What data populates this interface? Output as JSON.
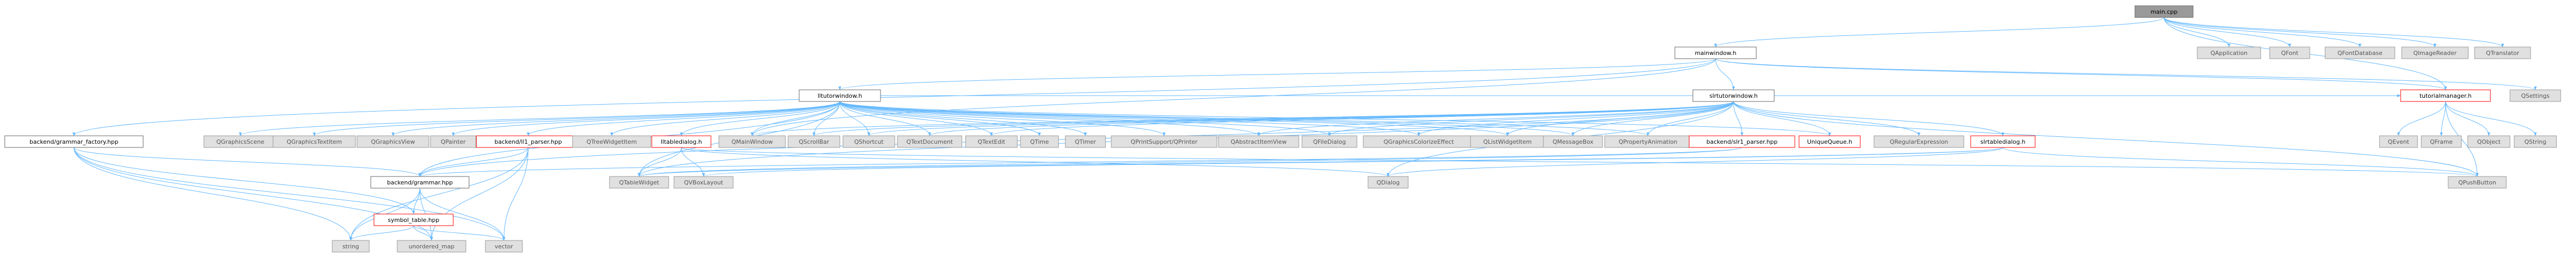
{
  "title": "main.cpp include dependency graph",
  "colors": {
    "root_fill": "#999999",
    "root_stroke": "#666666",
    "normal_fill": "#ffffff",
    "normal_stroke": "#666666",
    "local_stroke": "#ff0000",
    "external_fill": "#e0e0e0",
    "external_stroke": "#999999",
    "edge": "#63b8ff",
    "text": "#000000"
  },
  "nodes": [
    {
      "id": "main",
      "label": "main.cpp",
      "kind": "root"
    },
    {
      "id": "mainwindow",
      "label": "mainwindow.h",
      "kind": "normal"
    },
    {
      "id": "qapplication",
      "label": "QApplication",
      "kind": "external"
    },
    {
      "id": "qfont",
      "label": "QFont",
      "kind": "external"
    },
    {
      "id": "qfontdatabase",
      "label": "QFontDatabase",
      "kind": "external"
    },
    {
      "id": "qimagereader",
      "label": "QImageReader",
      "kind": "external"
    },
    {
      "id": "qtranslator",
      "label": "QTranslator",
      "kind": "external"
    },
    {
      "id": "factory",
      "label": "backend/grammar_factory.hpp",
      "kind": "normal"
    },
    {
      "id": "lltutor",
      "label": "lltutorwindow.h",
      "kind": "normal"
    },
    {
      "id": "slrtutor",
      "label": "slrtutorwindow.h",
      "kind": "normal"
    },
    {
      "id": "tutorialmanager",
      "label": "tutorialmanager.h",
      "kind": "local"
    },
    {
      "id": "qsettings",
      "label": "QSettings",
      "kind": "external"
    },
    {
      "id": "qgraphicsscene",
      "label": "QGraphicsScene",
      "kind": "external"
    },
    {
      "id": "qgraphicstextitem",
      "label": "QGraphicsTextItem",
      "kind": "external"
    },
    {
      "id": "qgraphicsview",
      "label": "QGraphicsView",
      "kind": "external"
    },
    {
      "id": "qpainter",
      "label": "QPainter",
      "kind": "external"
    },
    {
      "id": "ll1parser",
      "label": "backend/ll1_parser.hpp",
      "kind": "local"
    },
    {
      "id": "qtreewidgetitem",
      "label": "QTreeWidgetItem",
      "kind": "external"
    },
    {
      "id": "lltabledialog",
      "label": "lltabledialog.h",
      "kind": "local"
    },
    {
      "id": "qmainwindow",
      "label": "QMainWindow",
      "kind": "external"
    },
    {
      "id": "qscrollbar",
      "label": "QScrollBar",
      "kind": "external"
    },
    {
      "id": "qshortcut",
      "label": "QShortcut",
      "kind": "external"
    },
    {
      "id": "qtextdocument",
      "label": "QTextDocument",
      "kind": "external"
    },
    {
      "id": "qtextedit",
      "label": "QTextEdit",
      "kind": "external"
    },
    {
      "id": "qtime",
      "label": "QTime",
      "kind": "external"
    },
    {
      "id": "qtimer",
      "label": "QTimer",
      "kind": "external"
    },
    {
      "id": "qprintsupport",
      "label": "QPrintSupport/QPrinter",
      "kind": "external"
    },
    {
      "id": "qabstractitemview",
      "label": "QAbstractItemView",
      "kind": "external"
    },
    {
      "id": "qfiledialog",
      "label": "QFileDialog",
      "kind": "external"
    },
    {
      "id": "qgraphicscolorize",
      "label": "QGraphicsColorizeEffect",
      "kind": "external"
    },
    {
      "id": "qlistwidgetitem",
      "label": "QListWidgetItem",
      "kind": "external"
    },
    {
      "id": "qmessagebox",
      "label": "QMessageBox",
      "kind": "external"
    },
    {
      "id": "qpropertyanimation",
      "label": "QPropertyAnimation",
      "kind": "external"
    },
    {
      "id": "slr1parser",
      "label": "backend/slr1_parser.hpp",
      "kind": "local"
    },
    {
      "id": "uniquequeue",
      "label": "UniqueQueue.h",
      "kind": "local"
    },
    {
      "id": "qregularexpression",
      "label": "QRegularExpression",
      "kind": "external"
    },
    {
      "id": "slrtabledialog",
      "label": "slrtabledialog.h",
      "kind": "local"
    },
    {
      "id": "qevent",
      "label": "QEvent",
      "kind": "external"
    },
    {
      "id": "qframe",
      "label": "QFrame",
      "kind": "external"
    },
    {
      "id": "qobject",
      "label": "QObject",
      "kind": "external"
    },
    {
      "id": "qstring",
      "label": "QString",
      "kind": "external"
    },
    {
      "id": "grammar",
      "label": "backend/grammar.hpp",
      "kind": "normal"
    },
    {
      "id": "qtablewidget",
      "label": "QTableWidget",
      "kind": "external"
    },
    {
      "id": "qvboxlayout",
      "label": "QVBoxLayout",
      "kind": "external"
    },
    {
      "id": "qdialog",
      "label": "QDialog",
      "kind": "external"
    },
    {
      "id": "qpushbutton",
      "label": "QPushButton",
      "kind": "external"
    },
    {
      "id": "symboltable",
      "label": "symbol_table.hpp",
      "kind": "local"
    },
    {
      "id": "string",
      "label": "string",
      "kind": "external"
    },
    {
      "id": "unorderedmap",
      "label": "unordered_map",
      "kind": "external"
    },
    {
      "id": "vector",
      "label": "vector",
      "kind": "external"
    }
  ],
  "edges": [
    [
      "main",
      "mainwindow"
    ],
    [
      "main",
      "qapplication"
    ],
    [
      "main",
      "qfont"
    ],
    [
      "main",
      "qfontdatabase"
    ],
    [
      "main",
      "qimagereader"
    ],
    [
      "main",
      "qtranslator"
    ],
    [
      "main",
      "tutorialmanager"
    ],
    [
      "mainwindow",
      "factory"
    ],
    [
      "mainwindow",
      "lltutor"
    ],
    [
      "mainwindow",
      "slrtutor"
    ],
    [
      "mainwindow",
      "tutorialmanager"
    ],
    [
      "mainwindow",
      "qsettings"
    ],
    [
      "mainwindow",
      "qmainwindow"
    ],
    [
      "factory",
      "grammar"
    ],
    [
      "factory",
      "symboltable"
    ],
    [
      "factory",
      "string"
    ],
    [
      "factory",
      "unorderedmap"
    ],
    [
      "factory",
      "vector"
    ],
    [
      "lltutor",
      "qgraphicsscene"
    ],
    [
      "lltutor",
      "qgraphicstextitem"
    ],
    [
      "lltutor",
      "qgraphicsview"
    ],
    [
      "lltutor",
      "qpainter"
    ],
    [
      "lltutor",
      "ll1parser"
    ],
    [
      "lltutor",
      "qtreewidgetitem"
    ],
    [
      "lltutor",
      "lltabledialog"
    ],
    [
      "lltutor",
      "qmainwindow"
    ],
    [
      "lltutor",
      "qscrollbar"
    ],
    [
      "lltutor",
      "qshortcut"
    ],
    [
      "lltutor",
      "qtextdocument"
    ],
    [
      "lltutor",
      "qtextedit"
    ],
    [
      "lltutor",
      "qtime"
    ],
    [
      "lltutor",
      "qtimer"
    ],
    [
      "lltutor",
      "qprintsupport"
    ],
    [
      "lltutor",
      "qabstractitemview"
    ],
    [
      "lltutor",
      "qfiledialog"
    ],
    [
      "lltutor",
      "qgraphicscolorize"
    ],
    [
      "lltutor",
      "qlistwidgetitem"
    ],
    [
      "lltutor",
      "qmessagebox"
    ],
    [
      "lltutor",
      "qpropertyanimation"
    ],
    [
      "lltutor",
      "grammar"
    ],
    [
      "lltutor",
      "qtablewidget"
    ],
    [
      "lltutor",
      "tutorialmanager"
    ],
    [
      "lltutor",
      "uniquequeue"
    ],
    [
      "slrtutor",
      "qmainwindow"
    ],
    [
      "slrtutor",
      "qscrollbar"
    ],
    [
      "slrtutor",
      "qshortcut"
    ],
    [
      "slrtutor",
      "qtextdocument"
    ],
    [
      "slrtutor",
      "qtextedit"
    ],
    [
      "slrtutor",
      "qabstractitemview"
    ],
    [
      "slrtutor",
      "qfiledialog"
    ],
    [
      "slrtutor",
      "qgraphicscolorize"
    ],
    [
      "slrtutor",
      "qlistwidgetitem"
    ],
    [
      "slrtutor",
      "qmessagebox"
    ],
    [
      "slrtutor",
      "qpropertyanimation"
    ],
    [
      "slrtutor",
      "slr1parser"
    ],
    [
      "slrtutor",
      "uniquequeue"
    ],
    [
      "slrtutor",
      "qregularexpression"
    ],
    [
      "slrtutor",
      "slrtabledialog"
    ],
    [
      "slrtutor",
      "tutorialmanager"
    ],
    [
      "slrtutor",
      "grammar"
    ],
    [
      "slrtutor",
      "qtablewidget"
    ],
    [
      "slrtutor",
      "qdialog"
    ],
    [
      "slrtutor",
      "qpushbutton"
    ],
    [
      "tutorialmanager",
      "qevent"
    ],
    [
      "tutorialmanager",
      "qframe"
    ],
    [
      "tutorialmanager",
      "qobject"
    ],
    [
      "tutorialmanager",
      "qstring"
    ],
    [
      "tutorialmanager",
      "qpushbutton"
    ],
    [
      "ll1parser",
      "grammar"
    ],
    [
      "ll1parser",
      "string"
    ],
    [
      "ll1parser",
      "unorderedmap"
    ],
    [
      "ll1parser",
      "vector"
    ],
    [
      "lltabledialog",
      "qtablewidget"
    ],
    [
      "lltabledialog",
      "qvboxlayout"
    ],
    [
      "lltabledialog",
      "qdialog"
    ],
    [
      "lltabledialog",
      "qpushbutton"
    ],
    [
      "slr1parser",
      "grammar"
    ],
    [
      "slr1parser",
      "qtablewidget"
    ],
    [
      "slrtabledialog",
      "qdialog"
    ],
    [
      "slrtabledialog",
      "qpushbutton"
    ],
    [
      "slrtabledialog",
      "qtablewidget"
    ],
    [
      "slrtabledialog",
      "qvboxlayout"
    ],
    [
      "grammar",
      "symboltable"
    ],
    [
      "grammar",
      "string"
    ],
    [
      "grammar",
      "unorderedmap"
    ],
    [
      "grammar",
      "vector"
    ],
    [
      "symboltable",
      "string"
    ],
    [
      "symboltable",
      "unorderedmap"
    ],
    [
      "symboltable",
      "vector"
    ]
  ]
}
